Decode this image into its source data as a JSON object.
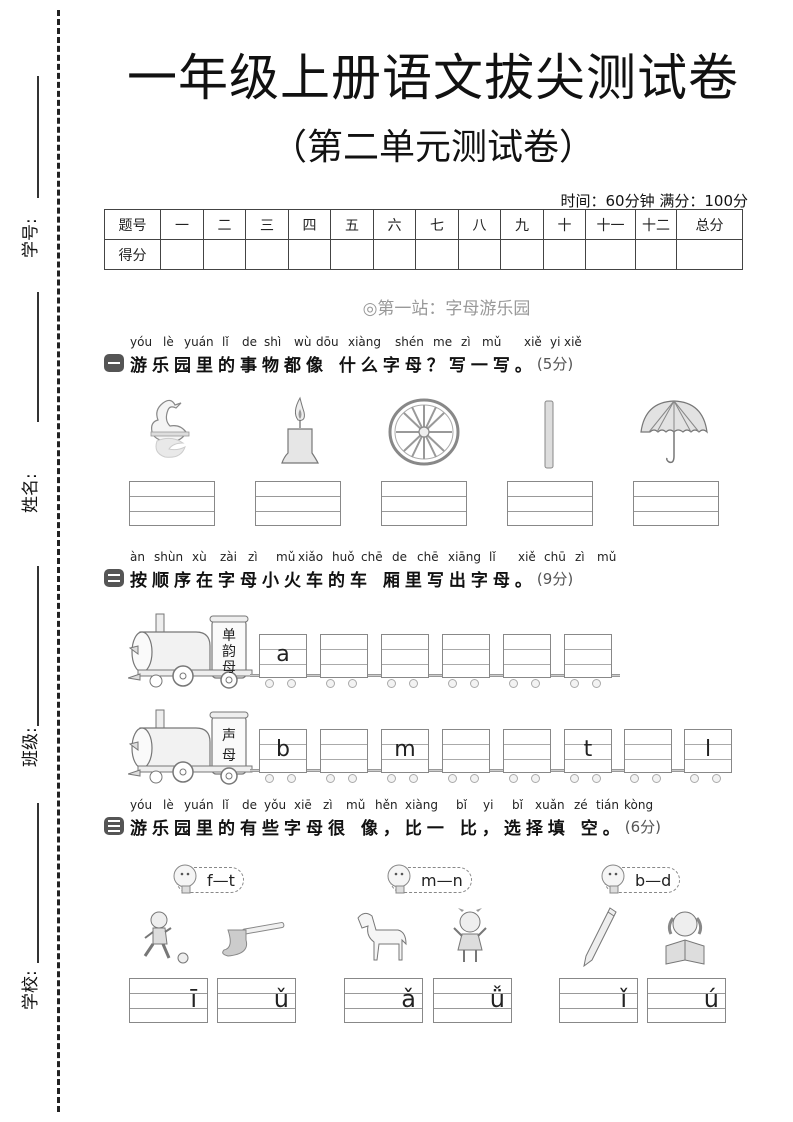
{
  "binding": {
    "fields": [
      {
        "label": "学号:"
      },
      {
        "label": "姓名:"
      },
      {
        "label": "班级:"
      },
      {
        "label": "学校:"
      }
    ]
  },
  "header": {
    "title": "一年级上册语文拔尖测试卷",
    "subtitle": "（第二单元测试卷）",
    "timing": "时间：60分钟  满分：100分"
  },
  "score_table": {
    "row_labels": [
      "题号",
      "得分"
    ],
    "columns": [
      "一",
      "二",
      "三",
      "四",
      "五",
      "六",
      "七",
      "八",
      "九",
      "十",
      "十一",
      "十二",
      "总分"
    ]
  },
  "station": "◎第一站：字母游乐园",
  "questions": [
    {
      "number": "一",
      "pinyin": [
        "yóu",
        "lè",
        "yuán",
        "lǐ",
        "de",
        "shì",
        "wù",
        "dōu",
        "xiàng",
        "shén",
        "me",
        "zì",
        "mǔ",
        "xiě",
        "yi",
        "xiě"
      ],
      "text": "游乐园里的事物都像 什么字母？写一写。",
      "score": "(5分)",
      "items": [
        {
          "picture": "swan-icon"
        },
        {
          "picture": "candle-icon"
        },
        {
          "picture": "wheel-icon"
        },
        {
          "picture": "stick-icon"
        },
        {
          "picture": "umbrella-icon"
        }
      ]
    },
    {
      "number": "二",
      "pinyin": [
        "àn",
        "shùn",
        "xù",
        "zài",
        "zì",
        "mǔ",
        "xiǎo",
        "huǒ",
        "chē",
        "de",
        "chē",
        "xiāng",
        "lǐ",
        "xiě",
        "chū",
        "zì",
        "mǔ"
      ],
      "text": "按顺序在字母小火车的车 厢里写出字母。",
      "score": "(9分)",
      "trains": [
        {
          "sign": [
            "单",
            "韵",
            "母"
          ],
          "cars": [
            "a",
            "",
            "",
            "",
            "",
            ""
          ]
        },
        {
          "sign": [
            "声",
            "母"
          ],
          "cars": [
            "b",
            "",
            "m",
            "",
            "",
            "t",
            "",
            "l"
          ]
        }
      ]
    },
    {
      "number": "三",
      "pinyin": [
        "yóu",
        "lè",
        "yuán",
        "lǐ",
        "de",
        "yǒu",
        "xiē",
        "zì",
        "mǔ",
        "hěn",
        "xiàng",
        "bǐ",
        "yi",
        "bǐ",
        "xuǎn",
        "zé",
        "tián",
        "kòng"
      ],
      "text": "游乐园里的有些字母很 像，比一 比，选择填 空。",
      "score": "(6分)",
      "groups": [
        {
          "hint": "f—t",
          "pictures": [
            "running-boy-icon",
            "axe-icon"
          ],
          "answers": [
            "ī",
            "ǔ"
          ]
        },
        {
          "hint": "m—n",
          "pictures": [
            "horse-icon",
            "girl-icon"
          ],
          "answers": [
            "ǎ",
            "ǚ"
          ]
        },
        {
          "hint": "b—d",
          "pictures": [
            "pencil-icon",
            "reading-girl-icon"
          ],
          "answers": [
            "ǐ",
            "ú"
          ]
        }
      ]
    }
  ]
}
